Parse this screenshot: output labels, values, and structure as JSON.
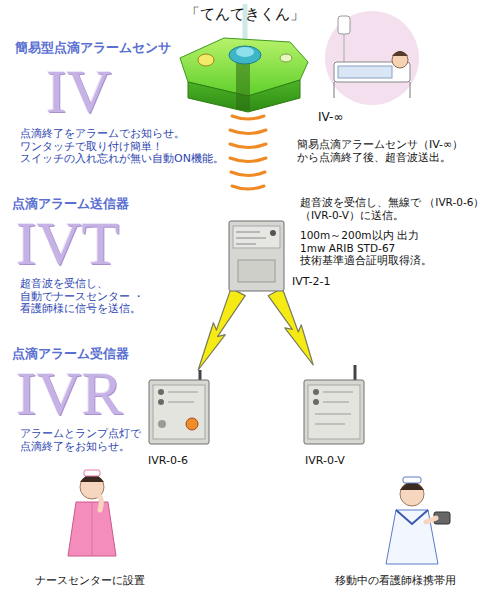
{
  "diagram": {
    "title": "「てんてきくん」",
    "nodes": [
      {
        "text": [
          "IVT-2-1"
        ]
      },
      {
        "text": [
          "IVR-0-6"
        ]
      },
      {
        "text": [
          "IVR-0-V"
        ]
      }
    ],
    "edges": [
      {
        "from": 0,
        "to": 1,
        "arrow": "none"
      },
      {
        "from": 0,
        "to": 2,
        "arrow": "none"
      }
    ],
    "labels": [
      "簡易型点滴アラームセンサ",
      "IV",
      "点滴終了をアラームでお知らせ。 ワンタッチで取り付け簡単！ スイッチの入れ忘れが無い自動ON機能。",
      "IV-∞",
      "簡易点滴アラームセンサ（IV-∞） から点滴終了後、超音波送出。",
      "点滴アラーム送信器",
      "IVT",
      "超音波を受信し、 自動でナースセンター ・看護師様に信号を送信。",
      "超音波を受信し、無線で （IVR-0-6）（IVR-0-V）に送信。",
      "100m～200m以内 出力 1mw ARIB STD-67 技術基準適合証明取得済。",
      "点滴アラーム受信器",
      "IVR",
      "アラームとランプ点灯で 点滴終了をお知らせ。",
      "ナースセンターに設置",
      "移動中の看護師様携帯用"
    ]
  }
}
